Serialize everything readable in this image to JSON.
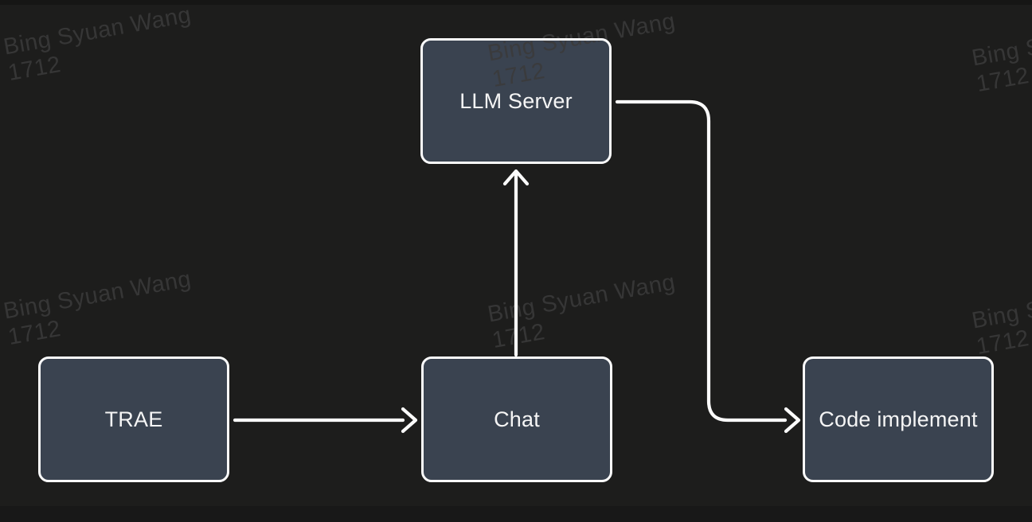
{
  "canvas": {
    "background_color": "#1d1d1c"
  },
  "watermark": {
    "line1": "Bing Syuan Wang",
    "line2": "1712",
    "color": "#3a3a3a",
    "tiles_visible": 6
  },
  "diagram": {
    "type": "flowchart",
    "node_fill_color": "#3a4350",
    "node_border_color": "#fbfbfb",
    "arrow_color": "#fbfbfb",
    "label_color": "#f5f5f5",
    "nodes": [
      {
        "id": "llm-server",
        "label": "LLM Server"
      },
      {
        "id": "trae",
        "label": "TRAE"
      },
      {
        "id": "chat",
        "label": "Chat"
      },
      {
        "id": "code-implement",
        "label": "Code implement"
      }
    ],
    "edges": [
      {
        "from": "trae",
        "to": "chat",
        "style": "straight-right-arrow"
      },
      {
        "from": "chat",
        "to": "llm-server",
        "style": "straight-up-arrow"
      },
      {
        "from": "llm-server",
        "to": "code-implement",
        "style": "right-down-right-arrow"
      }
    ]
  }
}
